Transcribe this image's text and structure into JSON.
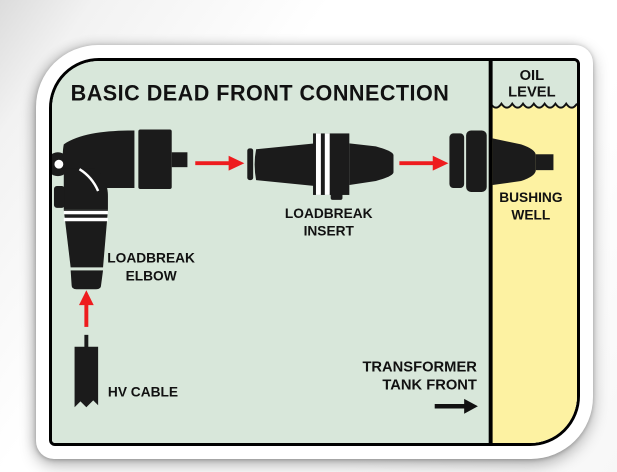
{
  "title": "BASIC DEAD FRONT CONNECTION",
  "colors": {
    "panel_green": "#d8e7da",
    "oil_yellow": "#fdf2a2",
    "ink_black": "#1b1b1b",
    "border_black": "#000000",
    "arrow_red": "#ee1c1e",
    "detail_white": "#ffffff"
  },
  "labels": {
    "oil_level": {
      "line1": "OIL",
      "line2": "LEVEL"
    },
    "loadbreak_elbow": {
      "line1": "LOADBREAK",
      "line2": "ELBOW"
    },
    "loadbreak_insert": {
      "line1": "LOADBREAK",
      "line2": "INSERT"
    },
    "bushing_well": {
      "line1": "BUSHING",
      "line2": "WELL"
    },
    "hv_cable": "HV CABLE",
    "transformer_tank_front": {
      "line1": "TRANSFORMER",
      "line2": "TANK FRONT"
    }
  }
}
